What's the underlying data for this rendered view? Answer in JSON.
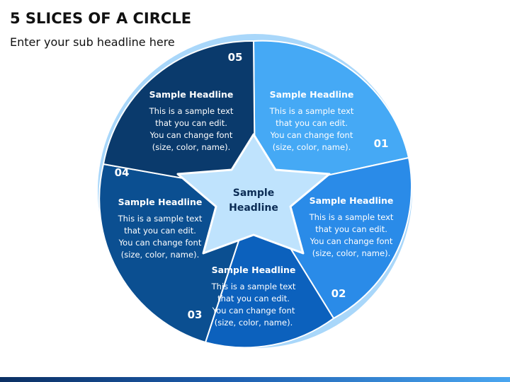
{
  "page": {
    "title": "5 SLICES OF A CIRCLE",
    "subtitle": "Enter your sub headline here"
  },
  "center": {
    "line1": "Sample",
    "line2": "Headline"
  },
  "slices": [
    {
      "number": "01",
      "headline": "Sample Headline",
      "lines": [
        "This is a sample text",
        "that you can edit.",
        "You can change font",
        "(size, color, name)."
      ],
      "color": "#45a9f5"
    },
    {
      "number": "02",
      "headline": "Sample Headline",
      "lines": [
        "This is a sample text",
        "that you can edit.",
        "You can change font",
        "(size, color, name)."
      ],
      "color": "#2a8be8"
    },
    {
      "number": "03",
      "headline": "Sample Headline",
      "lines": [
        "This is a sample text",
        "that you can edit.",
        "You can change font",
        "(size, color, name)."
      ],
      "color": "#0c61bd"
    },
    {
      "number": "04",
      "headline": "Sample Headline",
      "lines": [
        "This is a sample text",
        "that you can edit.",
        "You can change font",
        "(size, color, name)."
      ],
      "color": "#0b4f91"
    },
    {
      "number": "05",
      "headline": "Sample Headline",
      "lines": [
        "This is a sample text",
        "that you can edit.",
        "You can change font",
        "(size, color, name)."
      ],
      "color": "#0a3a6c"
    }
  ],
  "colors": {
    "ring": "#a9d7fa",
    "star": "#bfe3fd",
    "star_stroke": "#ffffff",
    "text_light": "#ffffff",
    "text_dark": "#0b2c55"
  }
}
